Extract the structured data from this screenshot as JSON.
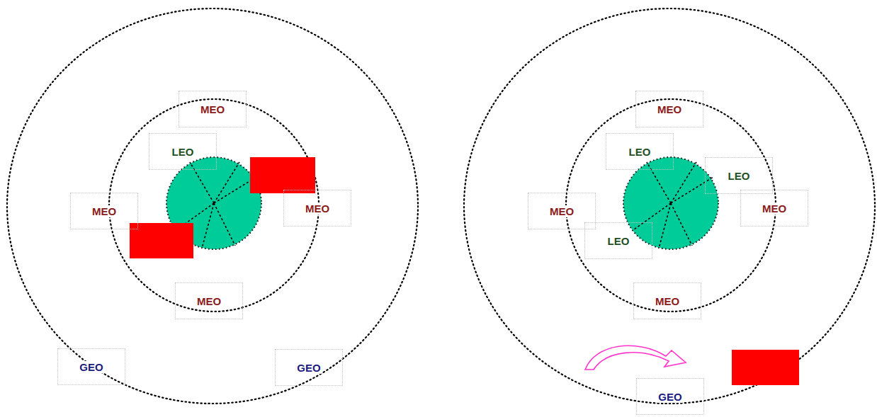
{
  "diagram": {
    "nodes": [
      {
        "text": [
          "MEO"
        ]
      },
      {
        "text": [
          "LEO"
        ]
      },
      {
        "text": [
          "MEO"
        ]
      },
      {
        "text": [
          "MEO"
        ]
      },
      {
        "text": [
          "MEO"
        ]
      },
      {
        "text": [
          "GEO"
        ]
      },
      {
        "text": [
          "GEO"
        ]
      },
      {
        "text": [
          "MEO"
        ]
      },
      {
        "text": [
          "LEO"
        ]
      },
      {
        "text": [
          "LEO"
        ]
      },
      {
        "text": [
          "MEO"
        ]
      },
      {
        "text": [
          "MEO"
        ]
      },
      {
        "text": [
          "LEO"
        ]
      },
      {
        "text": [
          "MEO"
        ]
      },
      {
        "text": [
          "GEO"
        ]
      }
    ]
  }
}
